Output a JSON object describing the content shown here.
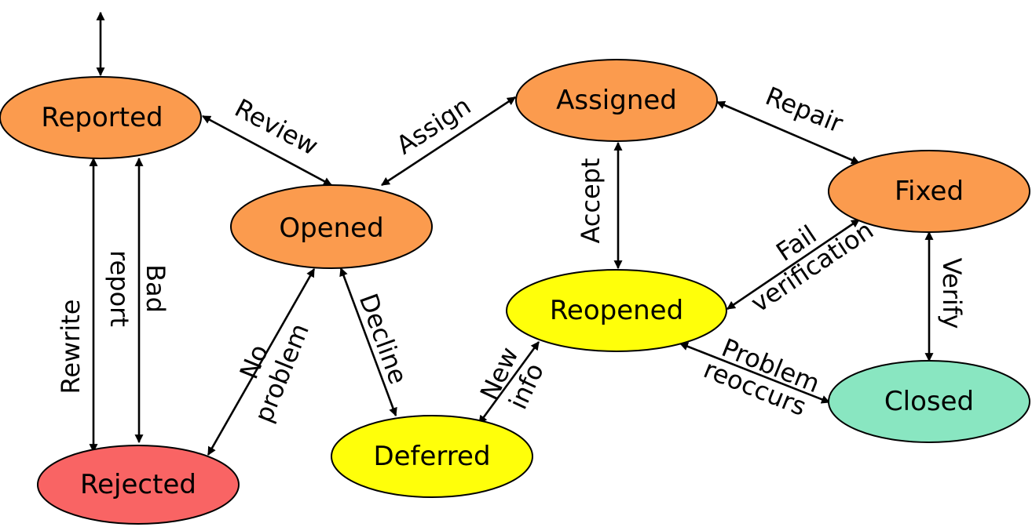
{
  "colors": {
    "orange": "#FB9B4E",
    "yellow": "#FFFF0A",
    "red": "#F96464",
    "green": "#89E6C1",
    "line": "#000000"
  },
  "states": {
    "reported": "Reported",
    "opened": "Opened",
    "assigned": "Assigned",
    "fixed": "Fixed",
    "reopened": "Reopened",
    "closed": "Closed",
    "deferred": "Deferred",
    "rejected": "Rejected"
  },
  "transitions": {
    "review": "Review",
    "assign": "Assign",
    "repair": "Repair",
    "accept": "Accept",
    "fail_1": "Fail",
    "fail_2": "verification",
    "verify": "Verify",
    "problem_1": "Problem",
    "problem_2": "reoccurs",
    "new_info_1": "New",
    "new_info_2": "info",
    "decline": "Decline",
    "no_problem_1": "No",
    "no_problem_2": "problem",
    "rewrite": "Rewrite",
    "bad_report_1": "Bad",
    "bad_report_2": "report"
  }
}
